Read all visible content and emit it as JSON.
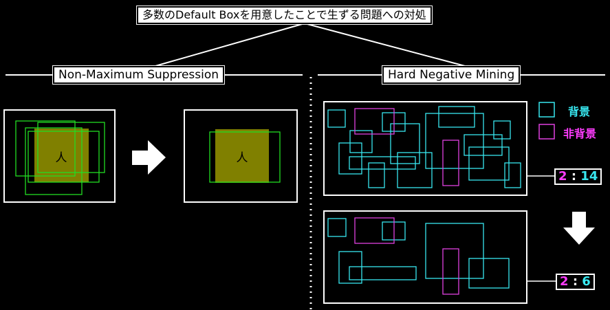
{
  "title": "多数のDefault Boxを用意したことで生ずる問題への対処",
  "nms": {
    "title": "Non-Maximum Suppression",
    "object_label": "人"
  },
  "hnm": {
    "title": "Hard Negative Mining",
    "legend": {
      "background": "背景",
      "non_background": "非背景"
    },
    "ratio_before": {
      "left": "2",
      "sep": ":",
      "right": "14"
    },
    "ratio_after": {
      "left": "2",
      "sep": ":",
      "right": "6"
    }
  },
  "colors": {
    "background_box": "#38e8f0",
    "non_background_box": "#e040e0",
    "nms_box": "#22dd22",
    "object_fill": "#808000"
  }
}
